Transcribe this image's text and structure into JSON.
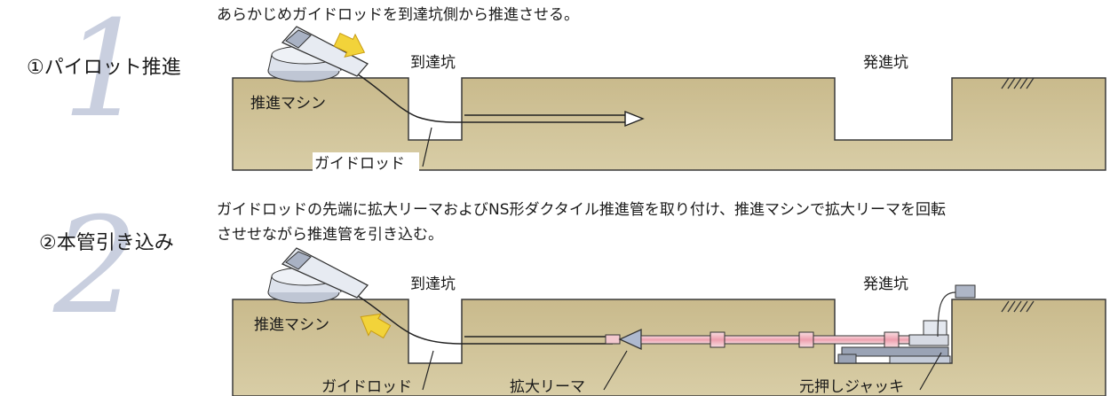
{
  "step1": {
    "number": "1",
    "title": "①パイロット推進",
    "description": "あらかじめガイドロッドを到達坑側から推進させる。",
    "labels": {
      "arrival_pit": "到達坑",
      "departure_pit": "発進坑",
      "machine": "推進マシン",
      "guide_rod": "ガイドロッド"
    }
  },
  "step2": {
    "number": "2",
    "title": "②本管引き込み",
    "description_line1": "ガイドロッドの先端に拡大リーマおよびNS形ダクタイル推進管を取り付け、推進マシンで拡大リーマを回転",
    "description_line2": "させせながら推進管を引き込む。",
    "labels": {
      "arrival_pit": "到達坑",
      "departure_pit": "発進坑",
      "machine": "推進マシン",
      "guide_rod": "ガイドロッド",
      "reamer": "拡大リーマ",
      "jack": "元押しジャッキ"
    }
  },
  "colors": {
    "soil": "#c8b98a",
    "soil_edge": "#3a3a3a",
    "arrow": "#f2d33a",
    "pipe": "#f3c9cf",
    "big_number": "#c9cfdf"
  }
}
